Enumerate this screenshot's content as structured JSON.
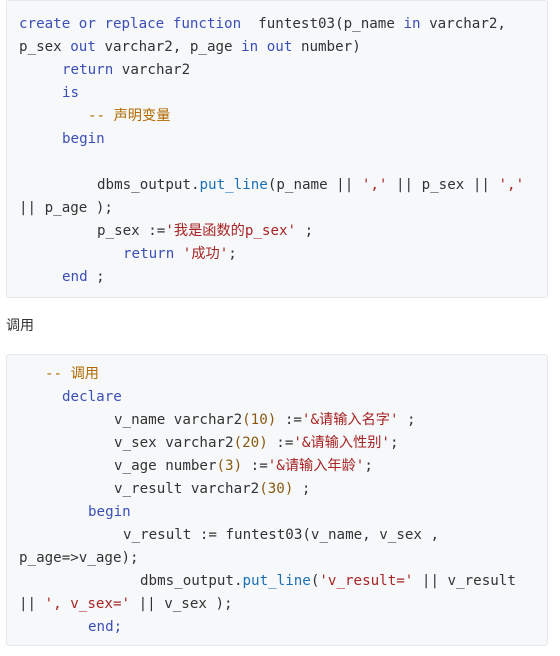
{
  "block1": {
    "l1_create": "create",
    "l1_or": "or",
    "l1_replace": "replace",
    "l1_function": "function",
    "l1_name": "funtest03",
    "l1_paren": "(",
    "l1_pname": "p_name",
    "l1_in": "in",
    "l1_type": "varchar2,",
    "l2_psex": "p_sex",
    "l2_out": "out",
    "l2_type": "varchar2,",
    "l2_page": "p_age",
    "l2_in": "in",
    "l2_out2": "out",
    "l2_number": "number",
    "l2_paren": ")",
    "l3_return": "return",
    "l3_type": "varchar2",
    "l4_is": "is",
    "l5_comment": "-- 声明变量",
    "l6_begin": "begin",
    "l7_call": "dbms_output.",
    "l7_put": "put_line",
    "l7_args1": "(p_name || ",
    "l7_str1": "','",
    "l7_args2": " || p_sex || ",
    "l7_str2": "','",
    "l8_args": "|| p_age );",
    "l9_var": "p_sex :=",
    "l9_str": "'我是函数的p_sex'",
    "l9_end": " ;",
    "l10_return": "return",
    "l10_str": "'成功'",
    "l10_end": ";",
    "l11_end": "end",
    "l11_semi": " ;"
  },
  "prose": {
    "text": "调用"
  },
  "block2": {
    "l1_comment": "-- 调用",
    "l2_declare": "declare",
    "l3_name": "v_name varchar2",
    "l3_num": "(10)",
    "l3_assign": " :=",
    "l3_str": "'&请输入名字'",
    "l3_end": " ;",
    "l4_name": "v_sex varchar2",
    "l4_num": "(20)",
    "l4_assign": " :=",
    "l4_str": "'&请输入性别'",
    "l4_end": ";",
    "l5_name": "v_age number",
    "l5_num": "(3)",
    "l5_assign": " :=",
    "l5_str": "'&请输入年龄'",
    "l5_end": ";",
    "l6_name": "v_result varchar2",
    "l6_num": "(30)",
    "l6_end": " ;",
    "l7_begin": "begin",
    "l8_text": "v_result := funtest03(v_name, v_sex ,",
    "l9_text": "p_age=>v_age);",
    "l10_call": "dbms_output.",
    "l10_put": "put_line",
    "l10_paren": "(",
    "l10_str": "'v_result='",
    "l10_rest": " || v_result",
    "l11_pipe": "|| ",
    "l11_str": "', v_sex='",
    "l11_rest": " || v_sex );",
    "l12_end": "end;"
  },
  "colors": {
    "keyword": "#3b4fb7",
    "function": "#1b6fb5",
    "string": "#a82424",
    "number": "#8a5a12",
    "comment": "#b06a00",
    "code_background": "#f6f8fa"
  }
}
